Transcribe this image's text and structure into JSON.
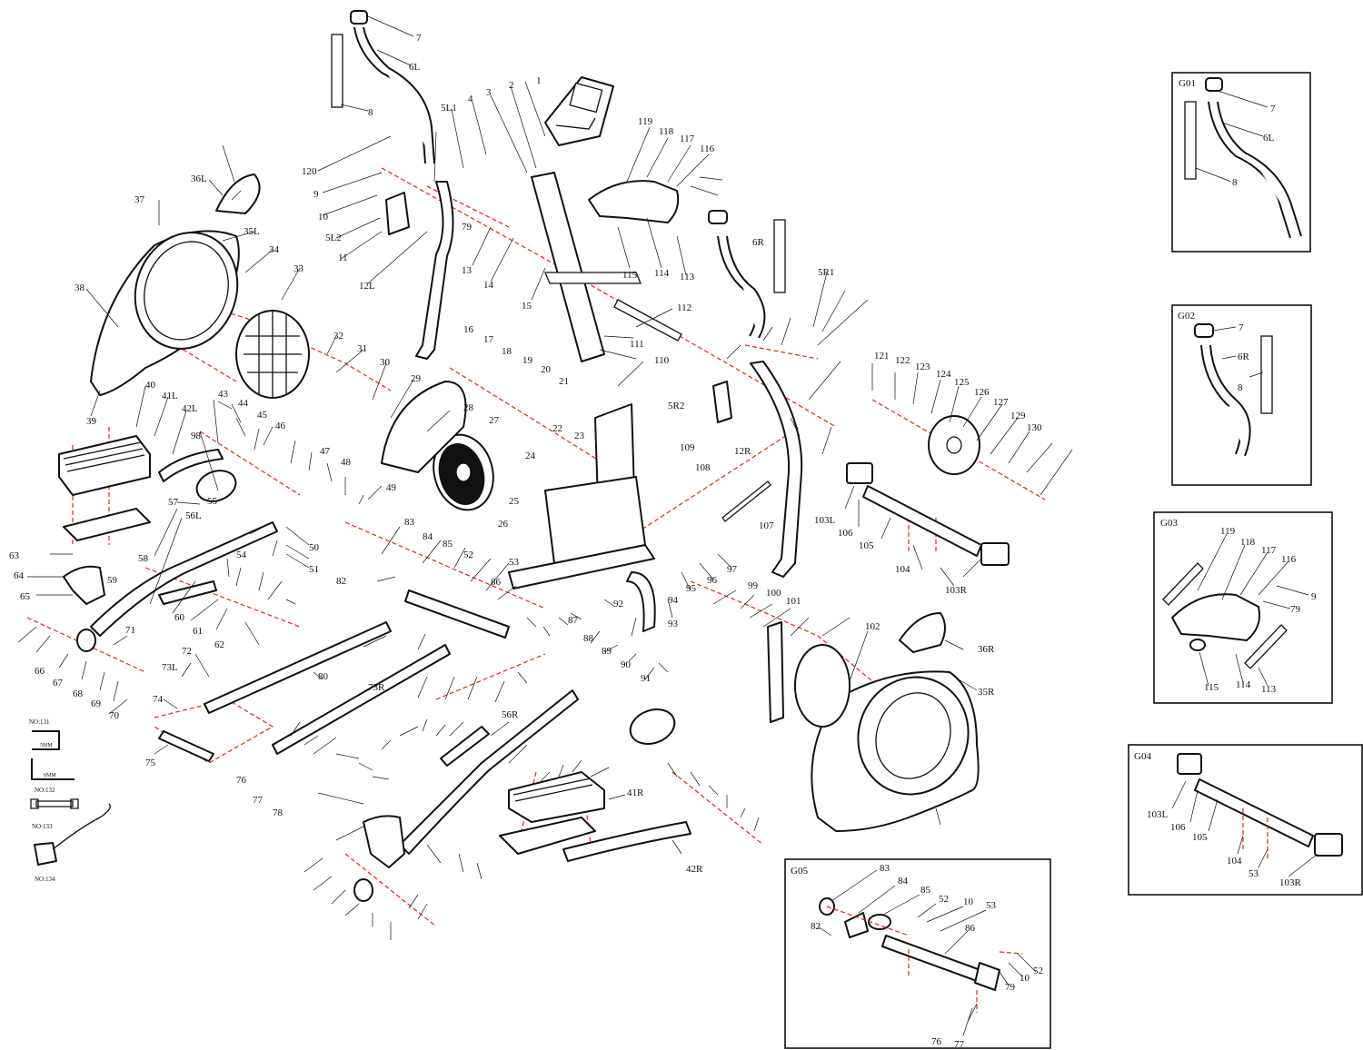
{
  "callouts": {
    "main": [
      "1",
      "2",
      "3",
      "4",
      "5L1",
      "5L2",
      "5R1",
      "5R2",
      "6L",
      "6R",
      "7",
      "8",
      "9",
      "10",
      "11",
      "12L",
      "12R",
      "13",
      "14",
      "15",
      "16",
      "17",
      "18",
      "19",
      "20",
      "21",
      "22",
      "23",
      "24",
      "25",
      "26",
      "27",
      "28",
      "29",
      "30",
      "31",
      "32",
      "33",
      "34",
      "35L",
      "35R",
      "36L",
      "36R",
      "37",
      "38",
      "39",
      "40",
      "41L",
      "41R",
      "42L",
      "42R",
      "43",
      "44",
      "45",
      "46",
      "47",
      "48",
      "49",
      "50",
      "51",
      "52",
      "53",
      "54",
      "55",
      "56L",
      "56R",
      "57",
      "58",
      "59",
      "60",
      "61",
      "62",
      "63",
      "64",
      "65",
      "66",
      "67",
      "68",
      "69",
      "70",
      "71",
      "72",
      "73L",
      "73R",
      "74",
      "75",
      "76",
      "77",
      "78",
      "79",
      "80",
      "82",
      "83",
      "84",
      "85",
      "86",
      "87",
      "88",
      "89",
      "90",
      "91",
      "92",
      "93",
      "94",
      "95",
      "96",
      "97",
      "98",
      "99",
      "100",
      "101",
      "102",
      "103L",
      "103R",
      "104",
      "105",
      "106",
      "107",
      "108",
      "109",
      "110",
      "111",
      "112",
      "113",
      "114",
      "115",
      "116",
      "117",
      "118",
      "119",
      "120",
      "121",
      "122",
      "123",
      "124",
      "125",
      "126",
      "127",
      "129",
      "130"
    ]
  },
  "tools": {
    "t131": "NO:131",
    "t132": "NO:132",
    "t133": "NO:133",
    "t134": "NO:134",
    "hex5": "5MM",
    "hex6": "6MM"
  },
  "insets": {
    "g01": {
      "title": "G01",
      "labels": [
        "7",
        "6L",
        "8"
      ]
    },
    "g02": {
      "title": "G02",
      "labels": [
        "7",
        "6R",
        "8"
      ]
    },
    "g03": {
      "title": "G03",
      "labels": [
        "119",
        "118",
        "117",
        "116",
        "9",
        "79",
        "113",
        "114",
        "115"
      ]
    },
    "g04": {
      "title": "G04",
      "labels": [
        "103L",
        "106",
        "105",
        "104",
        "53",
        "103R"
      ]
    },
    "g05": {
      "title": "G05",
      "labels": [
        "83",
        "84",
        "85",
        "52",
        "10",
        "53",
        "82",
        "86",
        "79",
        "10",
        "52",
        "76",
        "77"
      ]
    }
  },
  "colors": {
    "ink": "#111111",
    "assembly_axis": "#e0251b"
  }
}
